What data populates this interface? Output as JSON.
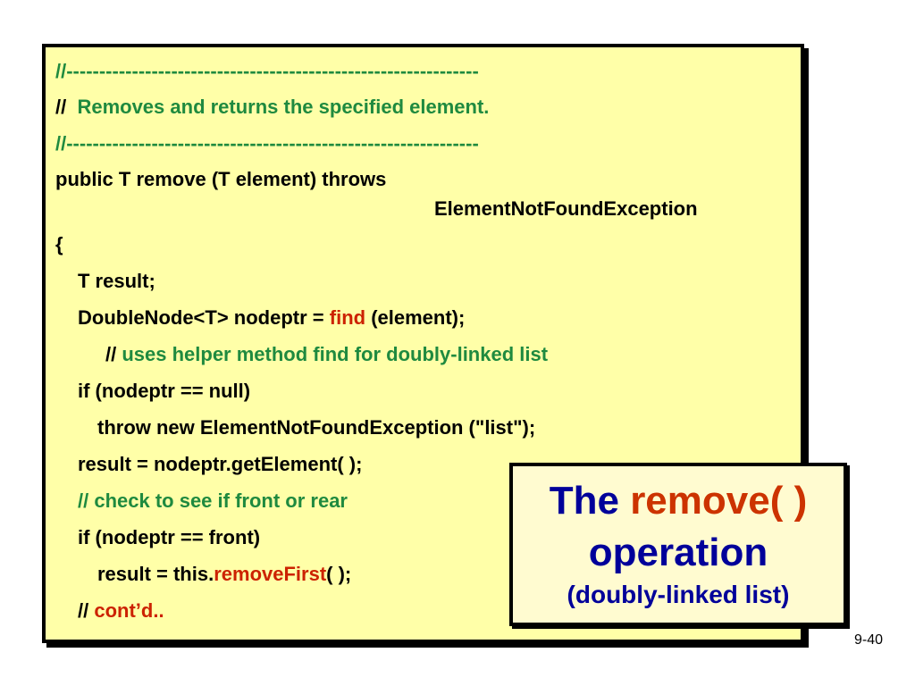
{
  "code": {
    "line1": "//---------------------------------------------------------------",
    "line2_prefix": "//  ",
    "line2_comment": "Removes and returns the specified element.",
    "line3": "//---------------------------------------------------------------",
    "line4": "public T remove (T element) throws",
    "line5": "ElementNotFoundException",
    "line6": "{",
    "line7": "T result;",
    "line8_a": "DoubleNode<T> nodeptr = ",
    "line8_find": "find",
    "line8_b": " (element);",
    "line9_prefix": "// ",
    "line9_comment": "uses helper method find for doubly-linked list",
    "line10": "if (nodeptr == null)",
    "line11": "throw new ElementNotFoundException (\"list\");",
    "line12": "result = nodeptr.getElement( );",
    "line13_prefix": "// ",
    "line13_comment": "check to see if front or rear",
    "line14": "if (nodeptr == front)",
    "line15_a": "result = this.",
    "line15_method": "removeFirst",
    "line15_b": "( );",
    "line16_prefix": "// ",
    "line16_comment": "cont’d.."
  },
  "callout": {
    "the": "The",
    "method": "remove( )",
    "operation": "operation",
    "subtitle": "(doubly-linked list)"
  },
  "slide_number": "9-40",
  "colors": {
    "code_background": "#ffffa8",
    "comment_green": "#1f8a3f",
    "highlight_red": "#cc2200",
    "title_blue": "#00009a",
    "title_orange": "#cc3300"
  }
}
